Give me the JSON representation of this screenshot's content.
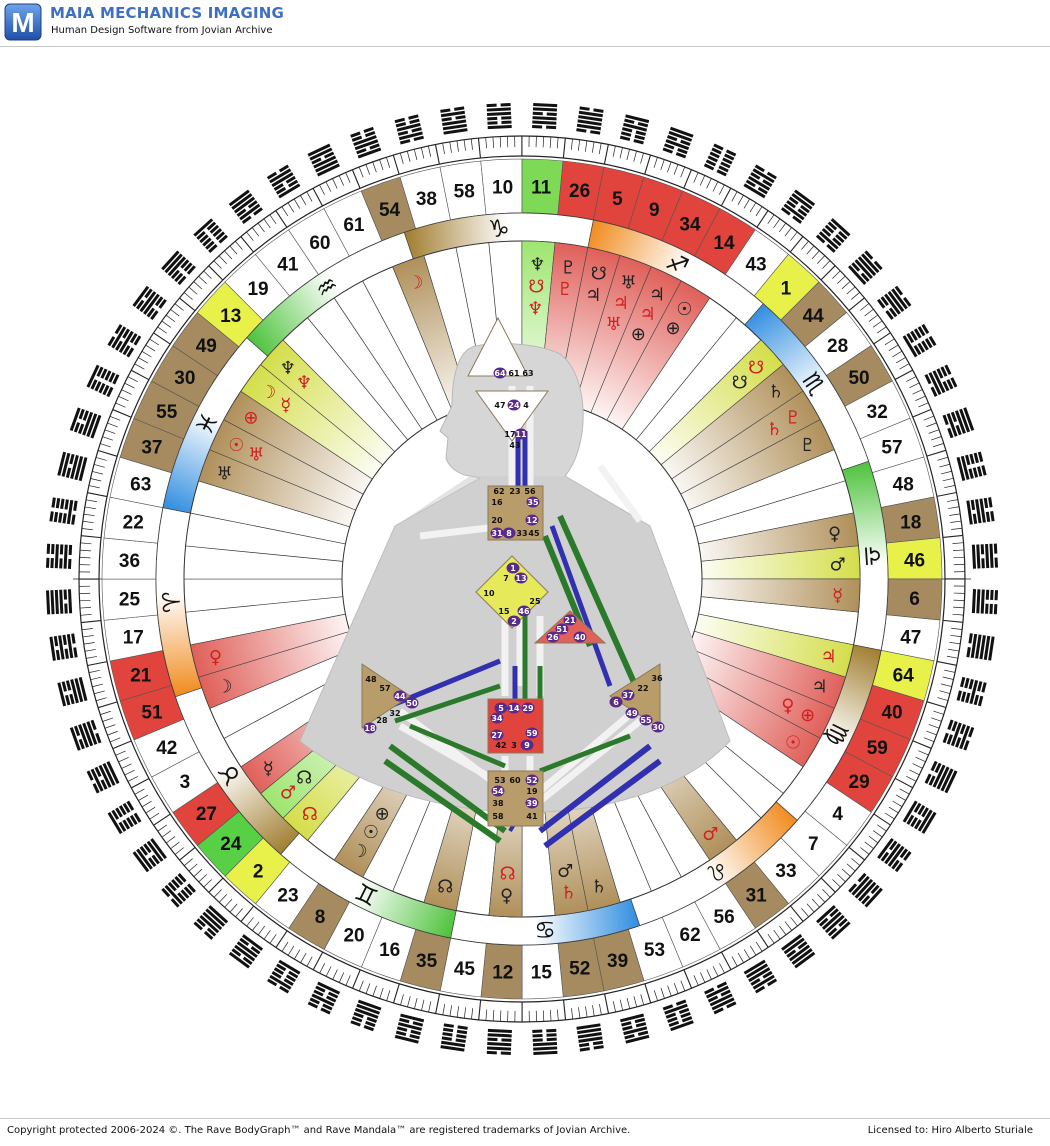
{
  "app": {
    "logo_letter": "M",
    "title": "MAIA MECHANICS IMAGING",
    "subtitle": "Human Design Software from Jovian Archive"
  },
  "footer": {
    "copyright": "Copyright protected 2006-2024 ©. The Rave BodyGraph™ and Rave Mandala™ are registered trademarks of Jovian Archive.",
    "license": "Licensed to: Hiro Alberto Sturiale"
  },
  "mandala": {
    "gates_clockwise_from_top": [
      11,
      26,
      5,
      9,
      34,
      14,
      43,
      1,
      44,
      28,
      50,
      32,
      57,
      48,
      18,
      46,
      6,
      47,
      64,
      40,
      59,
      29,
      4,
      7,
      33,
      31,
      56,
      62,
      53,
      39,
      52,
      15,
      12,
      45,
      35,
      16,
      20,
      8,
      23,
      2,
      24,
      27,
      3,
      42,
      51,
      21,
      17,
      25,
      36,
      22,
      63,
      37,
      55,
      30,
      49,
      13,
      19,
      41,
      60,
      61,
      54,
      38,
      58,
      10
    ],
    "gate_colors": {
      "11": "#7ed957",
      "26": "#e0443c",
      "5": "#e0443c",
      "9": "#e0443c",
      "34": "#e0443c",
      "14": "#e0443c",
      "1": "#e8f04a",
      "44": "#a58b5f",
      "50": "#a58b5f",
      "18": "#a58b5f",
      "46": "#e8f04a",
      "6": "#a58b5f",
      "64": "#e8f04a",
      "40": "#e0443c",
      "59": "#e0443c",
      "29": "#e0443c",
      "31": "#a58b5f",
      "39": "#a58b5f",
      "52": "#a58b5f",
      "12": "#a58b5f",
      "35": "#a58b5f",
      "8": "#a58b5f",
      "2": "#e8f04a",
      "24": "#57d045",
      "27": "#e0443c",
      "51": "#e0443c",
      "21": "#e0443c",
      "37": "#a58b5f",
      "55": "#a58b5f",
      "30": "#a58b5f",
      "49": "#a58b5f",
      "13": "#e8f04a",
      "54": "#a58b5f"
    },
    "zodiac": [
      {
        "sign": "♐",
        "name": "Sagittarius",
        "color": "#f08a1c"
      },
      {
        "sign": "♏",
        "name": "Scorpio",
        "color": "#2f8de0"
      },
      {
        "sign": "♎",
        "name": "Libra",
        "color": "#4cc23a"
      },
      {
        "sign": "♍",
        "name": "Virgo",
        "color": "#a07c2e"
      },
      {
        "sign": "♌",
        "name": "Leo",
        "color": "#f08a1c"
      },
      {
        "sign": "♋",
        "name": "Cancer",
        "color": "#2f8de0"
      },
      {
        "sign": "♊",
        "name": "Gemini",
        "color": "#4cc23a"
      },
      {
        "sign": "♉",
        "name": "Taurus",
        "color": "#a07c2e"
      },
      {
        "sign": "♈",
        "name": "Aries",
        "color": "#f08a1c"
      },
      {
        "sign": "♓",
        "name": "Pisces",
        "color": "#2f8de0"
      },
      {
        "sign": "♒",
        "name": "Aquarius",
        "color": "#4cc23a"
      },
      {
        "sign": "♑",
        "name": "Capricorn",
        "color": "#a07c2e"
      }
    ],
    "activation_wedges": [
      {
        "gate": 11,
        "color": "#9ee56f",
        "symbols": [
          {
            "t": "♆",
            "c": "#222"
          },
          {
            "t": "☋",
            "c": "#d02020"
          },
          {
            "t": "♆",
            "c": "#d02020"
          }
        ]
      },
      {
        "gate": 26,
        "color": "#e0605a",
        "symbols": [
          {
            "t": "♇",
            "c": "#222"
          },
          {
            "t": "♇",
            "c": "#d02020"
          }
        ]
      },
      {
        "gate": 5,
        "color": "#e0605a",
        "symbols": [
          {
            "t": "☋",
            "c": "#222"
          },
          {
            "t": "♃",
            "c": "#222"
          }
        ]
      },
      {
        "gate": 9,
        "color": "#e0605a",
        "symbols": [
          {
            "t": "♅",
            "c": "#222"
          },
          {
            "t": "♃",
            "c": "#d02020"
          },
          {
            "t": "♅",
            "c": "#d02020"
          }
        ]
      },
      {
        "gate": 34,
        "color": "#e0605a",
        "symbols": [
          {
            "t": "♃",
            "c": "#222"
          },
          {
            "t": "♃",
            "c": "#d02020"
          },
          {
            "t": "⊕",
            "c": "#222"
          }
        ]
      },
      {
        "gate": 14,
        "color": "#e0605a",
        "symbols": [
          {
            "t": "☉",
            "c": "#222"
          },
          {
            "t": "⊕",
            "c": "#222"
          }
        ]
      },
      {
        "gate": 44,
        "color": "#d4de4a",
        "symbols": [
          {
            "t": "☋",
            "c": "#d02020"
          },
          {
            "t": "☋",
            "c": "#222"
          }
        ]
      },
      {
        "gate": 28,
        "color": "#b0905a",
        "symbols": [
          {
            "t": "♄",
            "c": "#222"
          }
        ]
      },
      {
        "gate": 50,
        "color": "#b0905a",
        "symbols": [
          {
            "t": "♇",
            "c": "#d02020"
          },
          {
            "t": "♄",
            "c": "#d02020"
          }
        ]
      },
      {
        "gate": 32,
        "color": "#b0905a",
        "symbols": [
          {
            "t": "♇",
            "c": "#222"
          }
        ]
      },
      {
        "gate": 18,
        "color": "#b0905a",
        "symbols": [
          {
            "t": "♀",
            "c": "#222"
          }
        ]
      },
      {
        "gate": 46,
        "color": "#d4de4a",
        "symbols": [
          {
            "t": "♂",
            "c": "#222"
          }
        ]
      },
      {
        "gate": 6,
        "color": "#b0905a",
        "symbols": [
          {
            "t": "☿",
            "c": "#d02020"
          }
        ]
      },
      {
        "gate": 64,
        "color": "#d4de4a",
        "symbols": [
          {
            "t": "♃",
            "c": "#d02020"
          }
        ]
      },
      {
        "gate": 40,
        "color": "#e0605a",
        "symbols": [
          {
            "t": "♃",
            "c": "#222"
          }
        ]
      },
      {
        "gate": 59,
        "color": "#e0605a",
        "symbols": [
          {
            "t": "⊕",
            "c": "#d02020"
          },
          {
            "t": "♀",
            "c": "#d02020"
          }
        ]
      },
      {
        "gate": 29,
        "color": "#e0605a",
        "symbols": [
          {
            "t": "☉",
            "c": "#d02020"
          }
        ]
      },
      {
        "gate": 31,
        "color": "#b0905a",
        "symbols": [
          {
            "t": "♂",
            "c": "#d02020"
          }
        ]
      },
      {
        "gate": 39,
        "color": "#b0905a",
        "symbols": [
          {
            "t": "♄",
            "c": "#222"
          }
        ]
      },
      {
        "gate": 52,
        "color": "#b0905a",
        "symbols": [
          {
            "t": "♄",
            "c": "#d02020"
          },
          {
            "t": "♂",
            "c": "#222"
          }
        ]
      },
      {
        "gate": 12,
        "color": "#b0905a",
        "symbols": [
          {
            "t": "♀",
            "c": "#222"
          },
          {
            "t": "☊",
            "c": "#d02020"
          }
        ]
      },
      {
        "gate": 35,
        "color": "#b0905a",
        "symbols": [
          {
            "t": "☊",
            "c": "#222"
          }
        ]
      },
      {
        "gate": 8,
        "color": "#b0905a",
        "symbols": [
          {
            "t": "☽",
            "c": "#222"
          },
          {
            "t": "☉",
            "c": "#222"
          },
          {
            "t": "⊕",
            "c": "#222"
          }
        ]
      },
      {
        "gate": 2,
        "color": "#d4de4a",
        "symbols": [
          {
            "t": "☊",
            "c": "#d02020"
          }
        ]
      },
      {
        "gate": 24,
        "color": "#9ee56f",
        "symbols": [
          {
            "t": "♂",
            "c": "#d02020"
          },
          {
            "t": "☊",
            "c": "#222"
          }
        ]
      },
      {
        "gate": 27,
        "color": "#e0605a",
        "symbols": [
          {
            "t": "☿",
            "c": "#222"
          }
        ]
      },
      {
        "gate": 51,
        "color": "#e0605a",
        "symbols": [
          {
            "t": "☽",
            "c": "#222"
          }
        ]
      },
      {
        "gate": 21,
        "color": "#e0605a",
        "symbols": [
          {
            "t": "♀",
            "c": "#d02020"
          }
        ]
      },
      {
        "gate": 37,
        "color": "#b0905a",
        "symbols": [
          {
            "t": "♅",
            "c": "#222"
          }
        ]
      },
      {
        "gate": 55,
        "color": "#b0905a",
        "symbols": [
          {
            "t": "☉",
            "c": "#d02020"
          },
          {
            "t": "♅",
            "c": "#d02020"
          }
        ]
      },
      {
        "gate": 30,
        "color": "#b0905a",
        "symbols": [
          {
            "t": "⊕",
            "c": "#d02020"
          }
        ]
      },
      {
        "gate": 49,
        "color": "#d4de4a",
        "symbols": [
          {
            "t": "☽",
            "c": "#d02020"
          },
          {
            "t": "☿",
            "c": "#d02020"
          }
        ]
      },
      {
        "gate": 13,
        "color": "#d4de4a",
        "symbols": [
          {
            "t": "♆",
            "c": "#222"
          },
          {
            "t": "♆",
            "c": "#d02020"
          }
        ]
      },
      {
        "gate": 54,
        "color": "#b0905a",
        "symbols": [
          {
            "t": "☽",
            "c": "#d02020"
          }
        ]
      }
    ],
    "bodygraph_centers": [
      {
        "id": "head",
        "gates": [
          "64",
          "61",
          "63"
        ]
      },
      {
        "id": "ajna",
        "gates": [
          "47",
          "24",
          "4",
          "17",
          "11",
          "43"
        ]
      },
      {
        "id": "throat",
        "gates": [
          "62",
          "23",
          "56",
          "16",
          "35",
          "20",
          "12",
          "31",
          "8",
          "33",
          "45"
        ]
      },
      {
        "id": "g",
        "gates": [
          "1",
          "7",
          "13",
          "10",
          "25",
          "15",
          "46",
          "2"
        ]
      },
      {
        "id": "heart",
        "gates": [
          "21",
          "51",
          "26",
          "40"
        ]
      },
      {
        "id": "spleen",
        "gates": [
          "48",
          "57",
          "44",
          "32",
          "28",
          "50",
          "18"
        ]
      },
      {
        "id": "sacral",
        "gates": [
          "5",
          "14",
          "29",
          "34",
          "59",
          "27",
          "42",
          "3",
          "9"
        ]
      },
      {
        "id": "solar",
        "gates": [
          "36",
          "22",
          "37",
          "6",
          "49",
          "55",
          "30"
        ]
      },
      {
        "id": "root",
        "gates": [
          "53",
          "60",
          "52",
          "54",
          "19",
          "38",
          "39",
          "58",
          "41"
        ]
      }
    ]
  }
}
